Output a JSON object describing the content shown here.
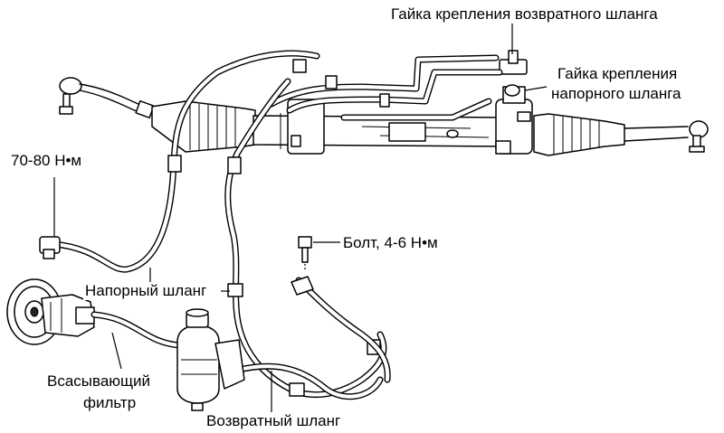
{
  "labels": {
    "return_hose_nut": "Гайка крепления возвратного шланга",
    "pressure_hose_nut_line1": "Гайка крепления",
    "pressure_hose_nut_line2": "напорного шланга",
    "torque_70_80": "70-80 Н•м",
    "bolt_torque": "Болт, 4-6 Н•м",
    "pressure_hose": "Напорный шланг",
    "suction_filter_line1": "Всасывающий",
    "suction_filter_line2": "фильтр",
    "return_hose": "Возвратный шланг"
  }
}
